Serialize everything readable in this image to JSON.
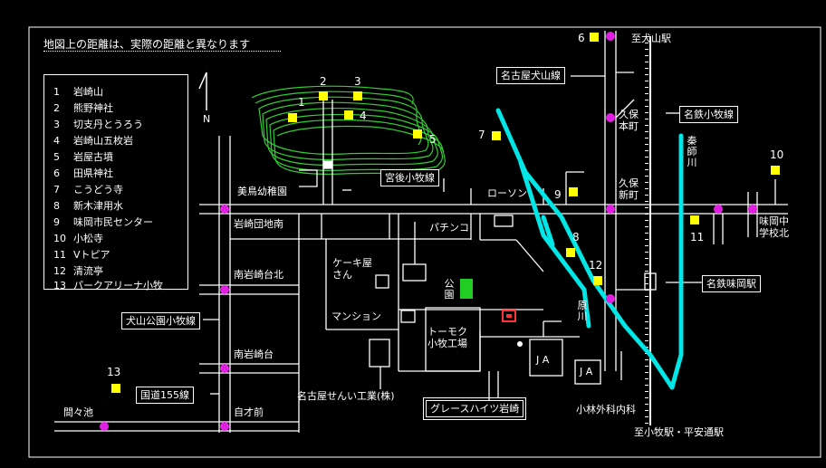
{
  "notice": "地図上の距離は、実際の距離と異なります",
  "compass_label": "N",
  "legend": [
    {
      "n": "1",
      "name": "岩崎山"
    },
    {
      "n": "2",
      "name": "熊野神社"
    },
    {
      "n": "3",
      "name": "切支丹とうろう"
    },
    {
      "n": "4",
      "name": "岩崎山五枚岩"
    },
    {
      "n": "5",
      "name": "岩屋古墳"
    },
    {
      "n": "6",
      "name": "田県神社"
    },
    {
      "n": "7",
      "name": "こうどう寺"
    },
    {
      "n": "8",
      "name": "新木津用水"
    },
    {
      "n": "9",
      "name": "味岡市民センター"
    },
    {
      "n": "10",
      "name": "小松寺"
    },
    {
      "n": "11",
      "name": "Vトピア"
    },
    {
      "n": "12",
      "name": "清流亭"
    },
    {
      "n": "13",
      "name": "パークアリーナ小牧"
    }
  ],
  "boxed_labels": {
    "nagoya_inuyama_line": "名古屋犬山線",
    "meitetsu_komaki_line": "名鉄小牧線",
    "miyago_komaki_line": "宮後小牧線",
    "inuyama_koen_komaki_line": "犬山公園小牧線",
    "kokudo_155": "国道155線",
    "meitetsu_ajioka_station": "名鉄味岡駅",
    "grace_heights": "グレースハイツ岩崎"
  },
  "labels": {
    "to_inuyama": "至犬山駅",
    "to_komaki": "至小牧駅・平安通駅",
    "kubo_honmachi": "久保\n本町",
    "kubo_shinmachi": "久保\n新町",
    "hatashi_river": "秦師川",
    "harakawa": "原川",
    "ajioka_school": "味岡中\n学校北",
    "lawson": "ローソン",
    "pachinko": "パチンコ",
    "cake_shop": "ケーキ屋\nさん",
    "park": "公\n園",
    "mansion": "マンション",
    "tomoku": "トーモク\n小牧工場",
    "nagoya_senni": "名古屋せんい工業(株)",
    "ja1": "J A",
    "ja2": "J A",
    "kobayashi_clinic": "小林外科内科",
    "biyo_kindergarten": "美鳥幼稚園",
    "iwasaki_danchi": "岩崎団地南",
    "minami_iwasaki_kita": "南岩崎台北",
    "minami_iwasaki": "南岩崎台",
    "mamaike": "間々池",
    "jisaimae": "自才前"
  },
  "markers": [
    {
      "n": "1"
    },
    {
      "n": "2"
    },
    {
      "n": "3"
    },
    {
      "n": "4"
    },
    {
      "n": "5"
    },
    {
      "n": "6"
    },
    {
      "n": "7"
    },
    {
      "n": "8"
    },
    {
      "n": "9"
    },
    {
      "n": "10"
    },
    {
      "n": "11"
    },
    {
      "n": "12"
    },
    {
      "n": "13"
    }
  ],
  "colors": {
    "background": "#000000",
    "road": "#ffffff",
    "river": "#00e5e5",
    "marker": "#ffff00",
    "intersection": "#e020e0",
    "park": "#22cc22",
    "contour": "#33cc33",
    "home": "#ff3333"
  }
}
